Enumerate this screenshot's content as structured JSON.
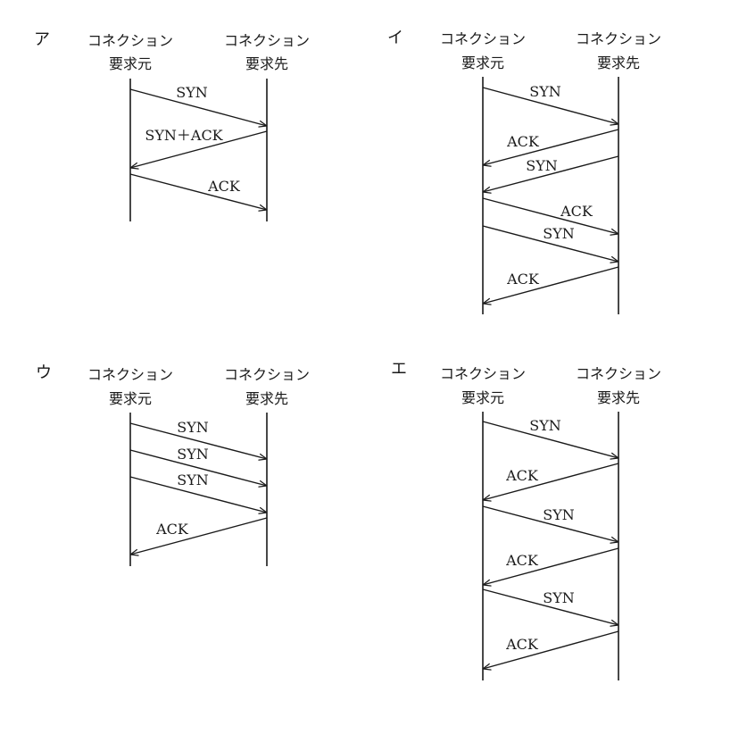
{
  "panels": [
    {
      "label": "ア",
      "client": [
        "コネクション",
        "要求元"
      ],
      "server": [
        "コネクション",
        "要求先"
      ],
      "messages": [
        {
          "label": "SYN",
          "direction": "to-server"
        },
        {
          "label": "SYN＋ACK",
          "direction": "to-client"
        },
        {
          "label": "ACK",
          "direction": "to-server"
        }
      ]
    },
    {
      "label": "イ",
      "client": [
        "コネクション",
        "要求元"
      ],
      "server": [
        "コネクション",
        "要求先"
      ],
      "messages": [
        {
          "label": "SYN",
          "direction": "to-server"
        },
        {
          "label": "ACK",
          "direction": "to-client"
        },
        {
          "label": "SYN",
          "direction": "to-client"
        },
        {
          "label": "ACK",
          "direction": "to-server"
        },
        {
          "label": "SYN",
          "direction": "to-server"
        },
        {
          "label": "ACK",
          "direction": "to-client"
        }
      ]
    },
    {
      "label": "ウ",
      "client": [
        "コネクション",
        "要求元"
      ],
      "server": [
        "コネクション",
        "要求先"
      ],
      "messages": [
        {
          "label": "SYN",
          "direction": "to-server"
        },
        {
          "label": "SYN",
          "direction": "to-server"
        },
        {
          "label": "SYN",
          "direction": "to-server"
        },
        {
          "label": "ACK",
          "direction": "to-client"
        }
      ]
    },
    {
      "label": "エ",
      "client": [
        "コネクション",
        "要求元"
      ],
      "server": [
        "コネクション",
        "要求先"
      ],
      "messages": [
        {
          "label": "SYN",
          "direction": "to-server"
        },
        {
          "label": "ACK",
          "direction": "to-client"
        },
        {
          "label": "SYN",
          "direction": "to-server"
        },
        {
          "label": "ACK",
          "direction": "to-client"
        },
        {
          "label": "SYN",
          "direction": "to-server"
        },
        {
          "label": "ACK",
          "direction": "to-client"
        }
      ]
    }
  ]
}
